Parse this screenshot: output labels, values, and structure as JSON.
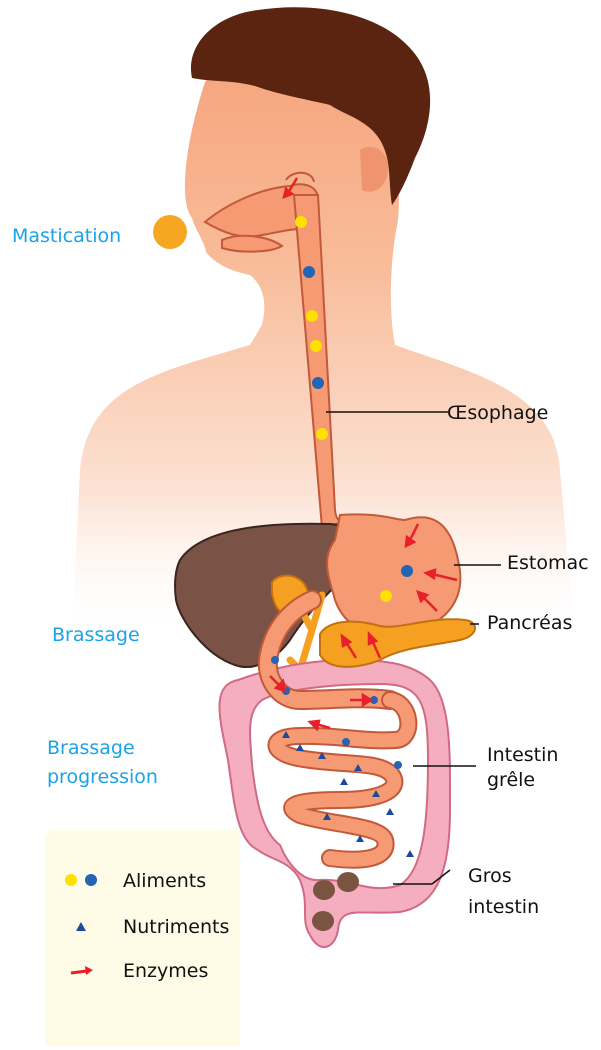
{
  "labels": {
    "mastication": "Mastication",
    "oesophage": "Œsophage",
    "estomac": "Estomac",
    "brassage": "Brassage",
    "pancreas": "Pancréas",
    "brassage_progression_1": "Brassage",
    "brassage_progression_2": "progression",
    "intestin_grele_1": "Intestin",
    "intestin_grele_2": "grêle",
    "gros_intestin_1": "Gros",
    "gros_intestin_2": "intestin"
  },
  "legend": {
    "aliments": "Aliments",
    "nutriments": "Nutriments",
    "enzymes": "Enzymes"
  },
  "colors": {
    "label_blue": "#1aa3e6",
    "food_yellow": "#ffe000",
    "food_blue": "#2464b4",
    "enzyme_red": "#e8202a",
    "nutrient_navy": "#1c4a9c",
    "skin": "#f6a47c",
    "hair": "#5a2410",
    "liver": "#7b5246",
    "pancreas": "#f5a020",
    "tract": "#f59a72",
    "colon": "#f5aec0"
  }
}
